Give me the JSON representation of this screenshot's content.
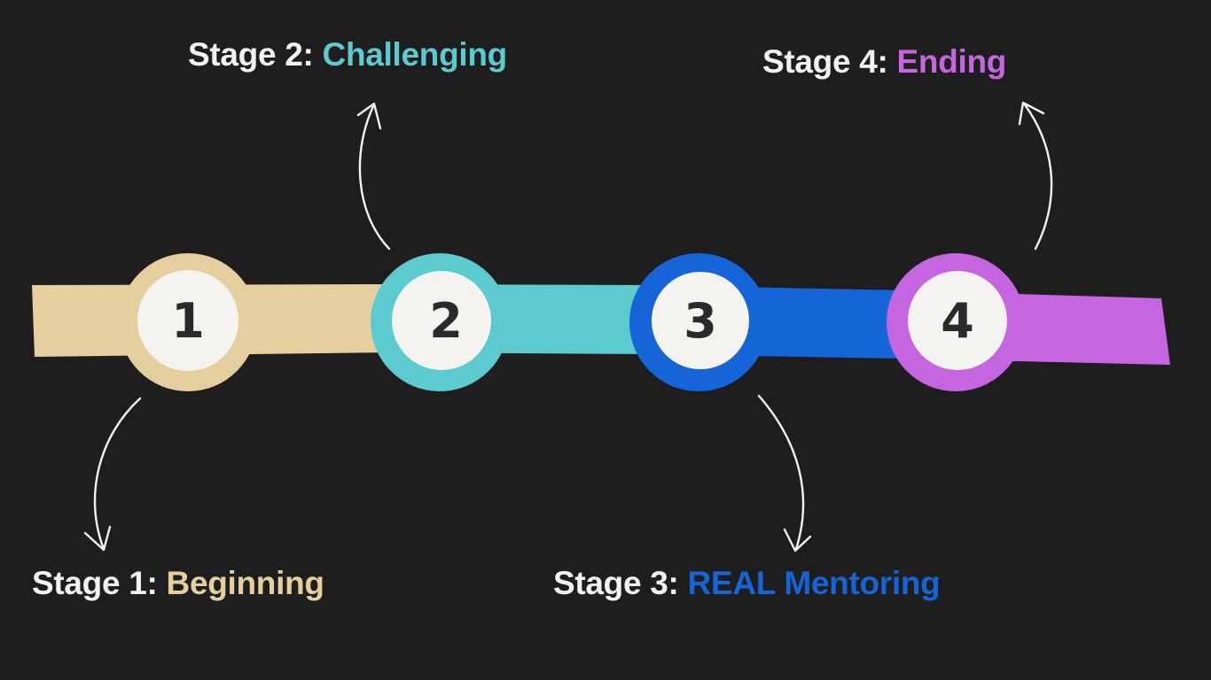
{
  "stages": [
    {
      "number": "1",
      "prefix": "Stage 1:",
      "name": "Beginning",
      "color": "#e6cf9e"
    },
    {
      "number": "2",
      "prefix": "Stage 2:",
      "name": "Challenging",
      "color": "#5bcbcf"
    },
    {
      "number": "3",
      "prefix": "Stage 3:",
      "name": "REAL Mentoring",
      "color": "#1565d8"
    },
    {
      "number": "4",
      "prefix": "Stage 4:",
      "name": "Ending",
      "color": "#c565e0"
    }
  ],
  "colors": {
    "background": "#1e1e1e",
    "label_text": "#f4f2ee",
    "node_fill": "#f5f3ef",
    "node_number": "#2a2a2a",
    "arrow": "#f4f2ee"
  },
  "icons": [
    "curved-arrow-icon"
  ]
}
